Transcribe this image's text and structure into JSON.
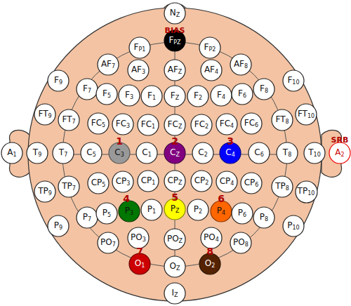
{
  "diagram": {
    "nodes": [
      {
        "text": [
          "NZ"
        ]
      },
      {
        "text": [
          "FP1"
        ]
      },
      {
        "text": [
          "FPZ"
        ]
      },
      {
        "text": [
          "FP2"
        ]
      },
      {
        "text": [
          "AF7"
        ]
      },
      {
        "text": [
          "AF3"
        ]
      },
      {
        "text": [
          "AFZ"
        ]
      },
      {
        "text": [
          "AF4"
        ]
      },
      {
        "text": [
          "AF8"
        ]
      },
      {
        "text": [
          "F9"
        ]
      },
      {
        "text": [
          "F7"
        ]
      },
      {
        "text": [
          "F5"
        ]
      },
      {
        "text": [
          "F3"
        ]
      },
      {
        "text": [
          "F1"
        ]
      },
      {
        "text": [
          "FZ"
        ]
      },
      {
        "text": [
          "F2"
        ]
      },
      {
        "text": [
          "F4"
        ]
      },
      {
        "text": [
          "F6"
        ]
      },
      {
        "text": [
          "F8"
        ]
      },
      {
        "text": [
          "F10"
        ]
      },
      {
        "text": [
          "FT9"
        ]
      },
      {
        "text": [
          "FT7"
        ]
      },
      {
        "text": [
          "FC5"
        ]
      },
      {
        "text": [
          "FC3"
        ]
      },
      {
        "text": [
          "FC1"
        ]
      },
      {
        "text": [
          "FCZ"
        ]
      },
      {
        "text": [
          "FC2"
        ]
      },
      {
        "text": [
          "FC4"
        ]
      },
      {
        "text": [
          "FC6"
        ]
      },
      {
        "text": [
          "FT8"
        ]
      },
      {
        "text": [
          "FT10"
        ]
      },
      {
        "text": [
          "A1"
        ]
      },
      {
        "text": [
          "T9"
        ]
      },
      {
        "text": [
          "T7"
        ]
      },
      {
        "text": [
          "C5"
        ]
      },
      {
        "text": [
          "C3"
        ]
      },
      {
        "text": [
          "C1"
        ]
      },
      {
        "text": [
          "CZ"
        ]
      },
      {
        "text": [
          "C2"
        ]
      },
      {
        "text": [
          "C4"
        ]
      },
      {
        "text": [
          "C6"
        ]
      },
      {
        "text": [
          "T8"
        ]
      },
      {
        "text": [
          "T10"
        ]
      },
      {
        "text": [
          "A2"
        ]
      },
      {
        "text": [
          "TP9"
        ]
      },
      {
        "text": [
          "TP7"
        ]
      },
      {
        "text": [
          "CP5"
        ]
      },
      {
        "text": [
          "CP3"
        ]
      },
      {
        "text": [
          "CP1"
        ]
      },
      {
        "text": [
          "CPZ"
        ]
      },
      {
        "text": [
          "CP2"
        ]
      },
      {
        "text": [
          "CP4"
        ]
      },
      {
        "text": [
          "CP6"
        ]
      },
      {
        "text": [
          "TP8"
        ]
      },
      {
        "text": [
          "TP10"
        ]
      },
      {
        "text": [
          "P9"
        ]
      },
      {
        "text": [
          "P7"
        ]
      },
      {
        "text": [
          "P5"
        ]
      },
      {
        "text": [
          "P3"
        ]
      },
      {
        "text": [
          "P1"
        ]
      },
      {
        "text": [
          "PZ"
        ]
      },
      {
        "text": [
          "P2"
        ]
      },
      {
        "text": [
          "P4"
        ]
      },
      {
        "text": [
          "P6"
        ]
      },
      {
        "text": [
          "P8"
        ]
      },
      {
        "text": [
          "P10"
        ]
      },
      {
        "text": [
          "PO7"
        ]
      },
      {
        "text": [
          "PO3"
        ]
      },
      {
        "text": [
          "POZ"
        ]
      },
      {
        "text": [
          "PO4"
        ]
      },
      {
        "text": [
          "PO8"
        ]
      },
      {
        "text": [
          "O1"
        ]
      },
      {
        "text": [
          "OZ"
        ]
      },
      {
        "text": [
          "O2"
        ]
      },
      {
        "text": [
          "IZ"
        ]
      }
    ],
    "labels": [
      "BIAS",
      "SRB",
      "1",
      "2",
      "3",
      "4",
      "5",
      "6",
      "7",
      "8"
    ]
  }
}
